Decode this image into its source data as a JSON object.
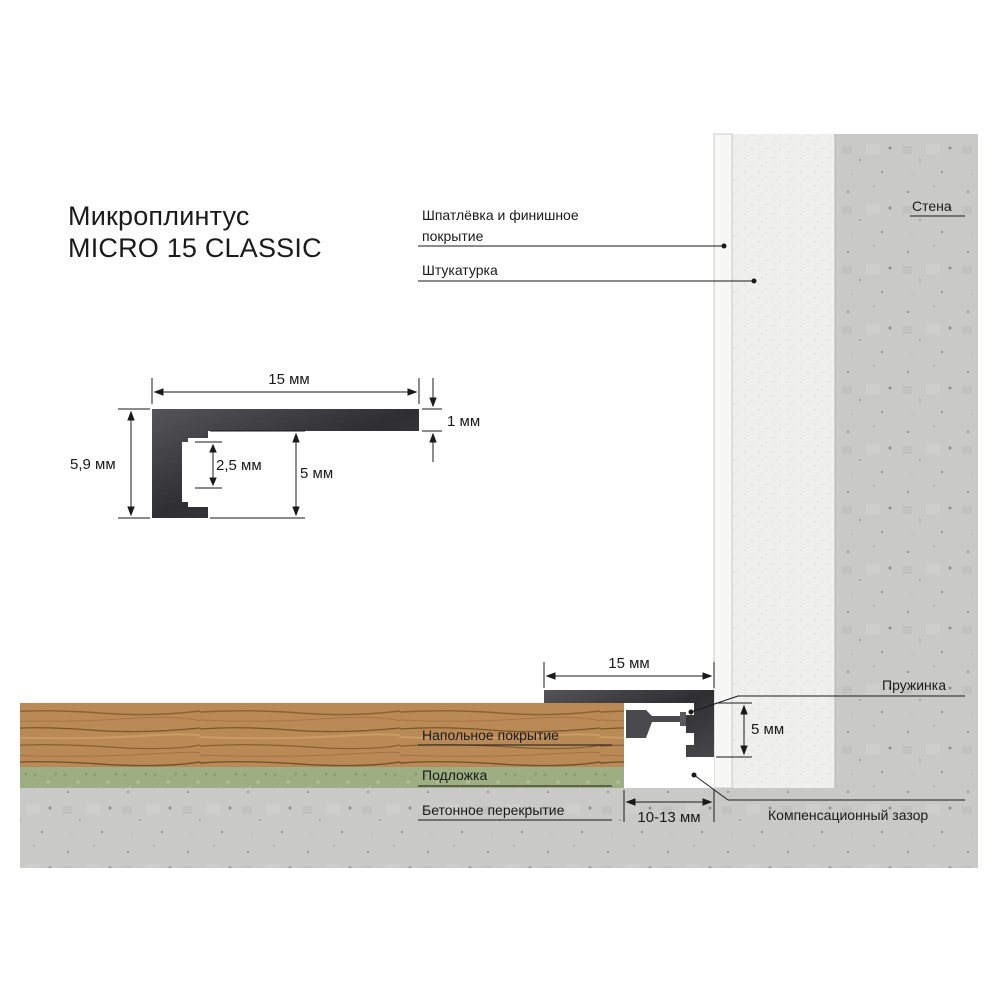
{
  "title": {
    "line1": "Микроплинтус",
    "line2": "MICRO 15 CLASSIC"
  },
  "profile_dimensions": {
    "width": "15 мм",
    "top_thickness": "1 мм",
    "total_height": "5,9 мм",
    "slot_height": "2,5 мм",
    "body_height": "5 мм"
  },
  "installation_dimensions": {
    "width": "15 мм",
    "height": "5 мм",
    "gap": "10-13 мм"
  },
  "labels": {
    "finish": "Шпатлёвка и финишное покрытие",
    "plaster": "Штукатурка",
    "wall": "Стена",
    "spring": "Пружинка",
    "floor_covering": "Напольное покрытие",
    "underlay": "Подложка",
    "concrete_slab": "Бетонное перекрытие",
    "expansion_gap": "Компенсационный зазор"
  },
  "colors": {
    "aluminium": "#3a3a3c",
    "concrete": "#c9c9c7",
    "plaster": "#efefed",
    "wood": "#b98a55",
    "underlay": "#9dae82"
  }
}
